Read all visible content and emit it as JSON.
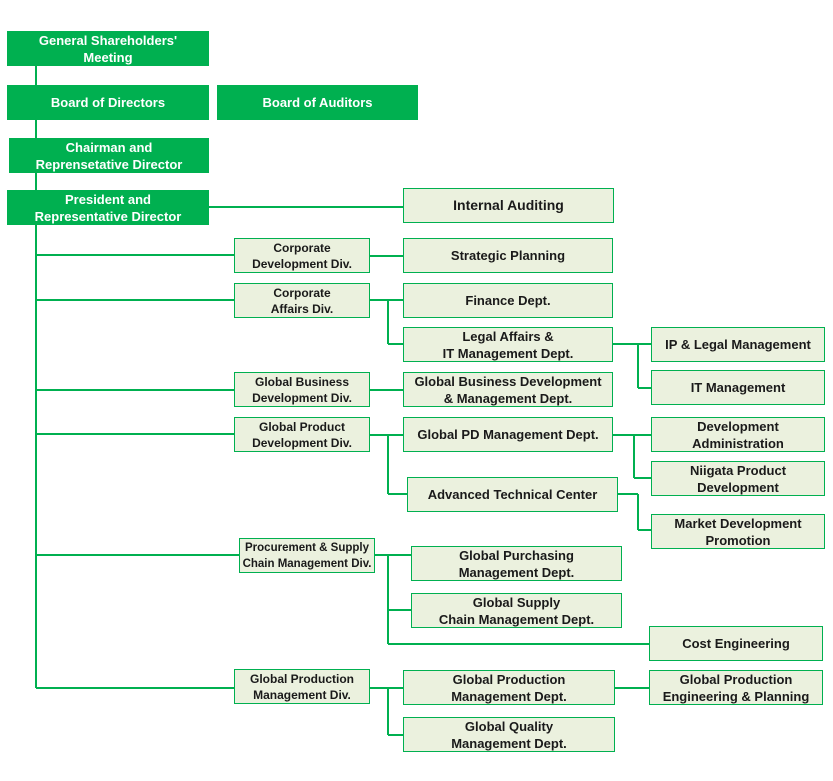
{
  "colors": {
    "accent": "#00b050",
    "box_fill": "#ebf1de",
    "connector": "#00b050",
    "text_dark": "#1a1a1a",
    "text_light": "#ffffff"
  },
  "top": {
    "shareholders": "General Shareholders'\nMeeting",
    "directors": "Board of Directors",
    "auditors": "Board of Auditors",
    "chairman": "Chairman and\nReprensetative Director",
    "president": "President and\nRepresentative Director"
  },
  "internal_auditing": "Internal Auditing",
  "divisions": {
    "corporate_development": "Corporate\nDevelopment  Div.",
    "corporate_affairs": "Corporate\nAffairs Div.",
    "global_business": "Global Business\nDevelopment Div.",
    "global_product": "Global Product\nDevelopment Div.",
    "procurement": "Procurement & Supply\nChain Management Div.",
    "global_production": "Global Production\nManagement  Div."
  },
  "departments": {
    "strategic_planning": "Strategic Planning",
    "finance": "Finance Dept.",
    "legal_it": "Legal Affairs &\nIT Management  Dept.",
    "gbd_mgmt": "Global Business Development\n& Management  Dept.",
    "global_pd": "Global PD Management Dept.",
    "advanced_tech": "Advanced Technical Center",
    "global_purchasing": "Global Purchasing\nManagement  Dept.",
    "global_supply": "Global Supply\nChain Management Dept.",
    "cost_engineering": "Cost Engineering",
    "gp_management": "Global Production\nManagement  Dept.",
    "global_quality": "Global Quality\nManagement  Dept."
  },
  "sections": {
    "ip_legal": "IP & Legal Management",
    "it_management": "IT Management",
    "dev_admin": "Development\nAdministration",
    "niigata": "Niigata Product\nDevelopment",
    "market_dev": "Market Development\nPromotion",
    "gp_engineering": "Global Production\nEngineering & Planning"
  }
}
